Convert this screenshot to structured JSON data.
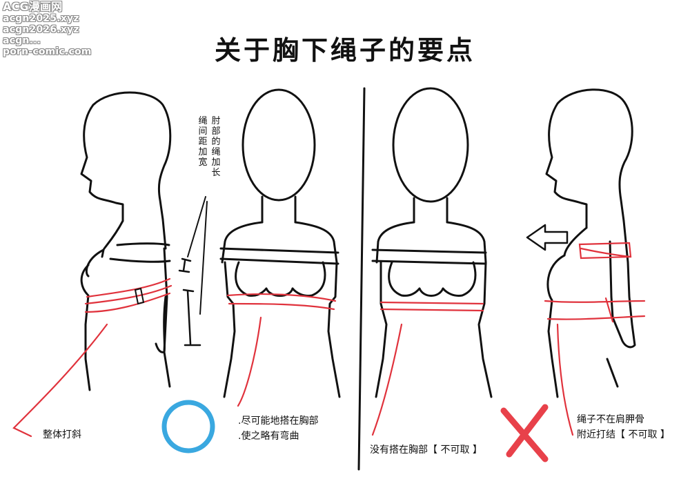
{
  "watermark": {
    "line1": "ACG漫画网",
    "line2": "acgn2025.xyz",
    "line3": "acgn2026.xyz",
    "line4": "acgn...",
    "line5": "porn-comic.com"
  },
  "title": "关于胸下绳子的要点",
  "notes": {
    "elbow_col1": "肘部的绳加长",
    "elbow_col2": "绳间距加宽",
    "tilt": "整体打斜",
    "good_line1": ".尽可能地搭在胸部",
    "good_line2": ".使之略有弯曲",
    "bad1": "没有搭在胸部【 不可取 】",
    "bad2_line1": "绳子不在肩胛骨",
    "bad2_line2": "附近打结【 不可取 】"
  },
  "colors": {
    "ink": "#111111",
    "rope_red": "#e0323c",
    "good_circle": "#3aa8e0",
    "bad_cross": "#e8414a"
  },
  "icons": {
    "good_mark": "circle-icon",
    "bad_mark": "cross-icon",
    "direction": "arrow-left-icon"
  }
}
